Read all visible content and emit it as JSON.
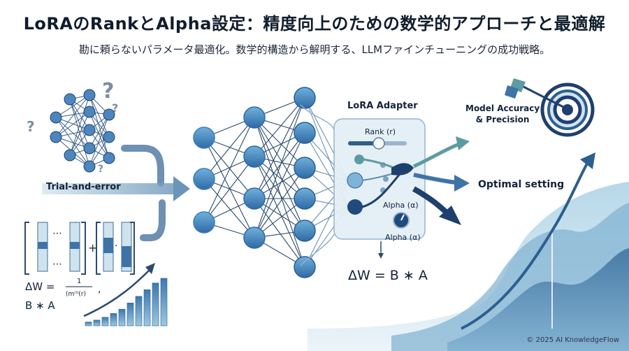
{
  "title": "LoRAのRankとAlpha設定：精度向上のための数学的アプローチと最適解",
  "subtitle": "勘に頼らないパラメータ最適化。数学的構造から解明する、LLMファインチューニングの成功戦略。",
  "left": {
    "trial_label": "Trial-and-error",
    "matrix_dots_1": "⋯",
    "matrix_dots_2": "⋯",
    "matrix_dots_3": "·",
    "plus": "+",
    "formula_delta": "ΔW =",
    "formula_num": "1",
    "formula_den": "(m⁽ⁱ⁾(r)",
    "formula_comma": ",",
    "formula_ba": "B ∗ A",
    "bar_heights": [
      0.08,
      0.12,
      0.18,
      0.26,
      0.35,
      0.48,
      0.62,
      0.76,
      0.9,
      1.0
    ]
  },
  "adapter": {
    "title": "LoRA Adapter",
    "rank_label": "Rank (r)",
    "alpha_label_1": "Alpha (α)",
    "alpha_label_2": "Alpha (α)",
    "formula": "ΔW = B ∗ A"
  },
  "right": {
    "accuracy_label_1": "Model Accuracy",
    "accuracy_label_2": "& Precision",
    "optimal_label": "Optimal setting"
  },
  "footer": {
    "copyright": "© 2025 AI KnowledgeFlow"
  },
  "colors": {
    "dark": "#1f3f6e",
    "mid": "#3f73a8",
    "light": "#8ec3df",
    "pale": "#dcecf5",
    "teal": "#5e9ba0"
  }
}
